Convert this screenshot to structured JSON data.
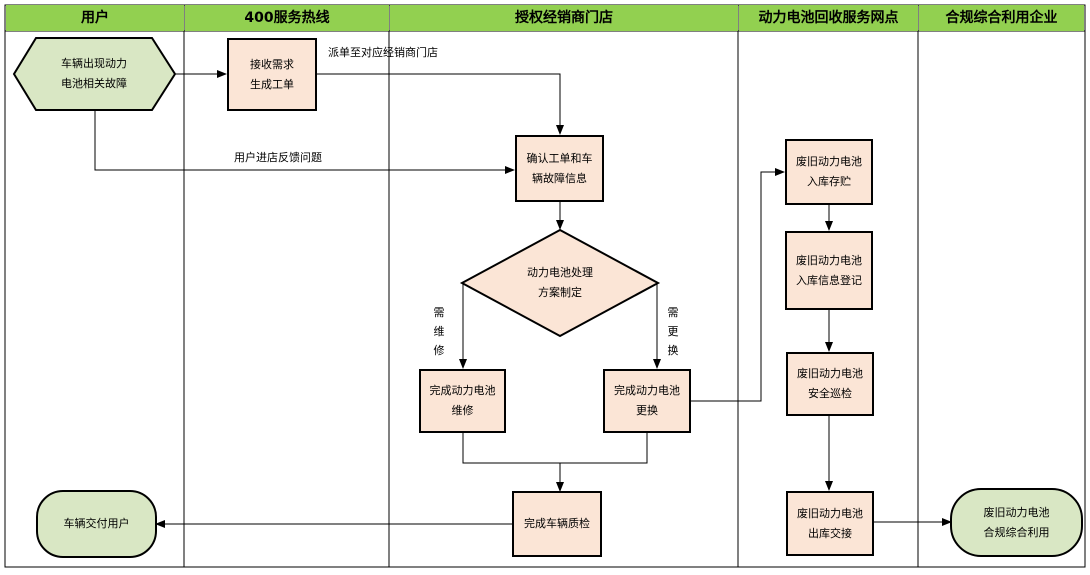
{
  "lanes": [
    {
      "title": "用户"
    },
    {
      "title": "400服务热线"
    },
    {
      "title": "授权经销商门店"
    },
    {
      "title": "动力电池回收服务网点"
    },
    {
      "title": "合规综合利用企业"
    }
  ],
  "nodes": {
    "fault": "车辆出现动力\n电池相关故障",
    "receive": "接收需求\n生成工单",
    "confirm": "确认工单和车\n辆故障信息",
    "plan": "动力电池处理\n方案制定",
    "repair": "完成动力电池\n维修",
    "replace": "完成动力电池\n更换",
    "qc": "完成车辆质检",
    "deliver": "车辆交付用户",
    "storage": "废旧动力电池\n入库存贮",
    "register": "废旧动力电池\n入库信息登记",
    "inspect": "废旧动力电池\n安全巡检",
    "handover": "废旧动力电池\n出库交接",
    "utilize": "废旧动力电池\n合规综合利用"
  },
  "edge_labels": {
    "dispatch": "派单至对应经销商门店",
    "visit": "用户进店反馈问题",
    "need_repair": "需维修",
    "need_replace": "需更换"
  },
  "colors": {
    "header": "#92d050",
    "process": "#fbe5d6",
    "decision": "#fbe5d6",
    "terminal": "#d9e7c4",
    "line": "#000000"
  }
}
